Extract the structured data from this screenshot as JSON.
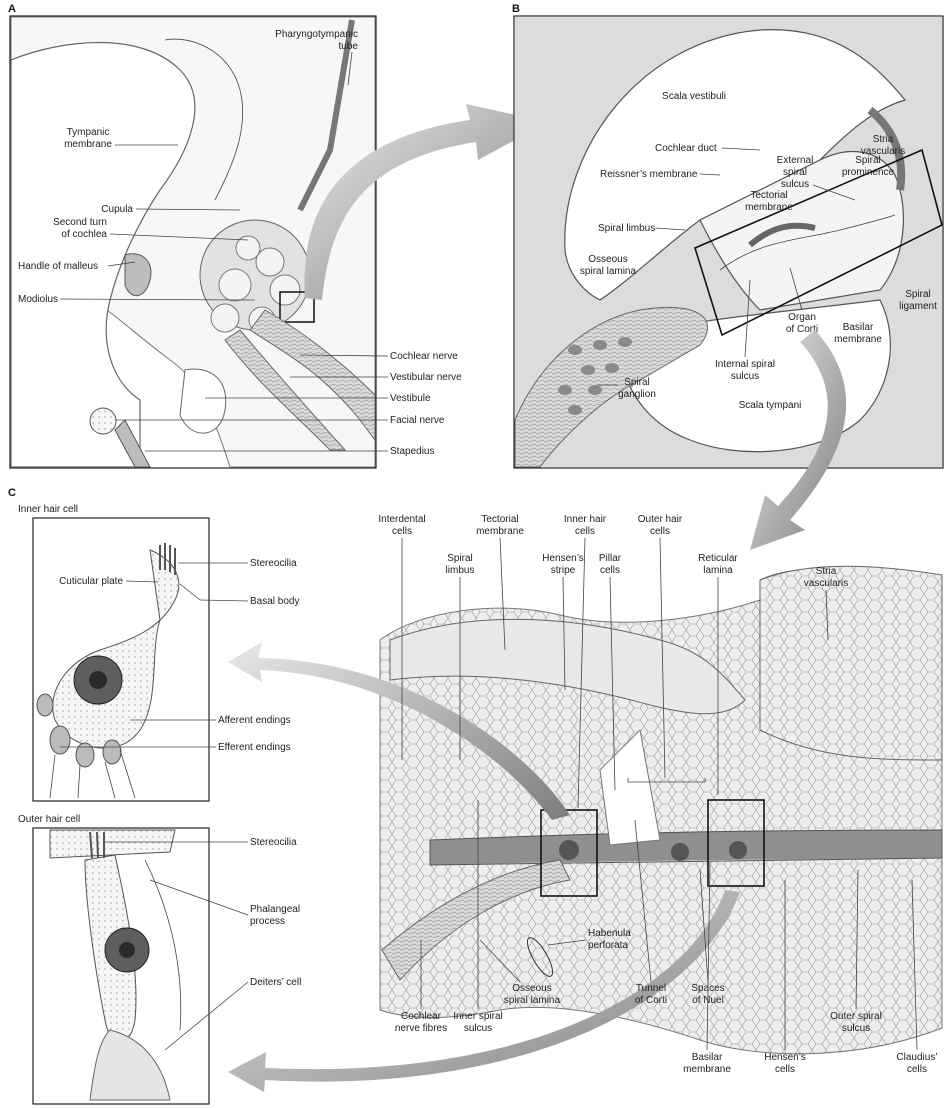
{
  "panels": {
    "a": {
      "letter": "A",
      "labels": {
        "pharyngotympanic_1": "Pharyngotympanic",
        "pharyngotympanic_2": "tube",
        "tympanic_1": "Tympanic",
        "tympanic_2": "membrane",
        "cupula": "Cupula",
        "second_turn_1": "Second turn",
        "second_turn_2": "of cochlea",
        "handle_malleus": "Handle of malleus",
        "modiolus": "Modiolus",
        "cochlear_nerve": "Cochlear nerve",
        "vestibular_nerve": "Vestibular nerve",
        "vestibule": "Vestibule",
        "facial_nerve": "Facial nerve",
        "stapedius": "Stapedius"
      }
    },
    "b": {
      "letter": "B",
      "labels": {
        "scala_vestibuli": "Scala vestibuli",
        "stria_1": "Stria",
        "stria_2": "vascularis",
        "cochlear_duct": "Cochlear duct",
        "external_1": "External",
        "external_2": "spiral",
        "external_3": "sulcus",
        "spiral_prom_1": "Spiral",
        "spiral_prom_2": "prominence",
        "reissner": "Reissner’s membrane",
        "tectorial_1": "Tectorial",
        "tectorial_2": "membrane",
        "spiral_limbus": "Spiral limbus",
        "osseous_1": "Osseous",
        "osseous_2": "spiral lamina",
        "spiral_lig_1": "Spiral",
        "spiral_lig_2": "ligament",
        "organ_1": "Organ",
        "organ_2": "of Corti",
        "basilar_1": "Basilar",
        "basilar_2": "membrane",
        "internal_1": "Internal spiral",
        "internal_2": "sulcus",
        "spiral_gang_1": "Spiral",
        "spiral_gang_2": "ganglion",
        "scala_tympani": "Scala tympani"
      }
    },
    "c": {
      "letter": "C",
      "labels": {
        "inner_hair_title": "Inner hair cell",
        "ihc_stereocilia": "Stereocilia",
        "cuticular_plate": "Cuticular plate",
        "basal_body": "Basal body",
        "afferent": "Afferent endings",
        "efferent": "Efferent endings",
        "outer_hair_title": "Outer hair cell",
        "ohc_stereocilia": "Stereocilia",
        "phalangeal_1": "Phalangeal",
        "phalangeal_2": "process",
        "deiters": "Deiters’ cell",
        "interdental_1": "Interdental",
        "interdental_2": "cells",
        "spiral_limbus_1": "Spiral",
        "spiral_limbus_2": "limbus",
        "tectorial_1": "Tectorial",
        "tectorial_2": "membrane",
        "hensens_stripe_1": "Hensen’s",
        "hensens_stripe_2": "stripe",
        "inner_hair_1": "Inner hair",
        "inner_hair_2": "cells",
        "pillar_1": "Pillar",
        "pillar_2": "cells",
        "outer_hair_1": "Outer hair",
        "outer_hair_2": "cells",
        "reticular_1": "Reticular",
        "reticular_2": "lamina",
        "stria_1": "Stria",
        "stria_2": "vascularis",
        "habenula_1": "Habenula",
        "habenula_2": "perforata",
        "cochlear_fibres_1": "Cochlear",
        "cochlear_fibres_2": "nerve fibres",
        "inner_sulcus_1": "Inner spiral",
        "inner_sulcus_2": "sulcus",
        "osseous_1": "Osseous",
        "osseous_2": "spiral lamina",
        "tunnel_1": "Tunnel",
        "tunnel_2": "of Corti",
        "nuel_1": "Spaces",
        "nuel_2": "of Nuel",
        "basilar_1": "Basilar",
        "basilar_2": "membrane",
        "hensens_cells_1": "Hensen’s",
        "hensens_cells_2": "cells",
        "outer_sulcus_1": "Outer spiral",
        "outer_sulcus_2": "sulcus",
        "claudius_1": "Claudius’",
        "claudius_2": "cells"
      }
    }
  },
  "colors": {
    "tissue": "#e7e7e7",
    "arrow": "#8c8c8c",
    "outline": "#222222"
  }
}
